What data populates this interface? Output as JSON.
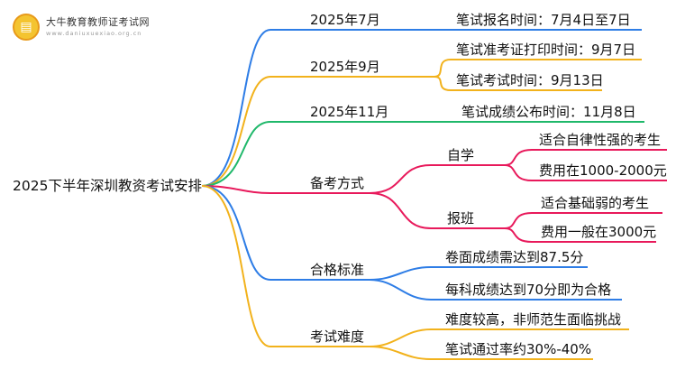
{
  "logo": {
    "icon": "book-icon",
    "title": "大牛教育教师证考试网",
    "url": "www.daniuxuexiao.org.cn"
  },
  "root": "2025下半年深圳教资考试安排",
  "colors": {
    "blue": "#2e7de6",
    "yellow": "#f2b21c",
    "green": "#1fb86a",
    "red": "#e8195b"
  },
  "branches": [
    {
      "label": "2025年7月",
      "items": [
        "笔试报名时间：7月4日至7日"
      ]
    },
    {
      "label": "2025年9月",
      "items": [
        "笔试准考证打印时间：9月7日",
        "笔试考试时间：9月13日"
      ]
    },
    {
      "label": "2025年11月",
      "items": [
        "笔试成绩公布时间：11月8日"
      ]
    },
    {
      "label": "备考方式",
      "children": [
        {
          "label": "自学",
          "items": [
            "适合自律性强的考生",
            "费用在1000-2000元"
          ]
        },
        {
          "label": "报班",
          "items": [
            "适合基础弱的考生",
            "费用一般在3000元"
          ]
        }
      ]
    },
    {
      "label": "合格标准",
      "items": [
        "卷面成绩需达到87.5分",
        "每科成绩达到70分即为合格"
      ]
    },
    {
      "label": "考试难度",
      "items": [
        "难度较高，非师范生面临挑战",
        "笔试通过率约30%-40%"
      ]
    }
  ]
}
